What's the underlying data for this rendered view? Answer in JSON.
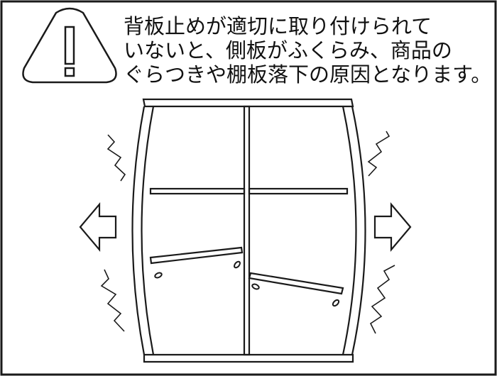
{
  "warning": {
    "icon": "exclamation-triangle-icon",
    "lines": [
      "背板止めが適切に取り付けられて",
      "いないと、側板がふくらみ、商品の",
      "ぐらつきや棚板落下の原因となります。"
    ]
  },
  "illustration": {
    "subject": "bulging-bookshelf",
    "icons": [
      "arrow-left-icon",
      "arrow-right-icon",
      "vibration-mark-icon",
      "shelf-pin-icon"
    ]
  },
  "colors": {
    "line": "#1a1a1a",
    "background": "#ffffff"
  }
}
